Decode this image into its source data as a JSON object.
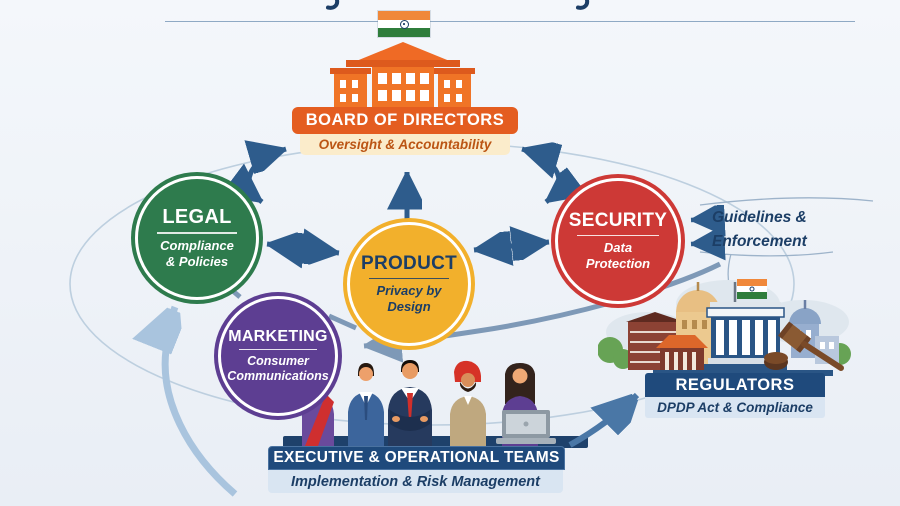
{
  "board": {
    "title": "BOARD OF DIRECTORS",
    "subtitle": "Oversight & Accountability"
  },
  "circles": [
    {
      "id": "legal",
      "title": "LEGAL",
      "sub1": "Compliance",
      "sub2": "& Policies",
      "color": "#2e7b4d"
    },
    {
      "id": "product",
      "title": "PRODUCT",
      "sub1": "Privacy by",
      "sub2": "Design",
      "color": "#f2b02c"
    },
    {
      "id": "security",
      "title": "SECURITY",
      "sub1": "Data",
      "sub2": "Protection",
      "color": "#cd3936"
    },
    {
      "id": "marketing",
      "title": "MARKETING",
      "sub1": "Consumer",
      "sub2": "Communications",
      "color": "#5d3e92"
    }
  ],
  "callout": {
    "line1": "Guidelines &",
    "line2": "Enforcement"
  },
  "regulators": {
    "title": "REGULATORS",
    "subtitle": "DPDP Act & Compliance"
  },
  "teams": {
    "title": "EXECUTIVE & OPERATIONAL TEAMS",
    "subtitle": "Implementation & Risk Management"
  },
  "icons": {
    "top_flag": "india-flag",
    "board_icon": "government-building",
    "regulators_icon": "government-buildings-with-flag-and-gavel",
    "teams_icon": "five-person-team-with-laptop"
  },
  "colors": {
    "bg1": "#f4f7fb",
    "bg2": "#e9eef5",
    "navy": "#1c3e66",
    "arrow": "#2e5c8c",
    "steel": "#7e99b7",
    "light": "#a9c4de",
    "mid": "#4a77a6",
    "line": "#8fa9c4",
    "orange": "#e45d20",
    "bldg": "#f07426",
    "bldgdark": "#dd5a1d",
    "cream": "#fbeccb",
    "creamtext": "#bb5514",
    "green": "#2e7b4d",
    "gold": "#f2b02c",
    "red": "#cd3936",
    "purple": "#5d3e92",
    "bannernavy": "#1f4a7c",
    "strip": "#d9e5f2",
    "saffron": "#f0883a",
    "flaggreen": "#2f7d3b"
  }
}
